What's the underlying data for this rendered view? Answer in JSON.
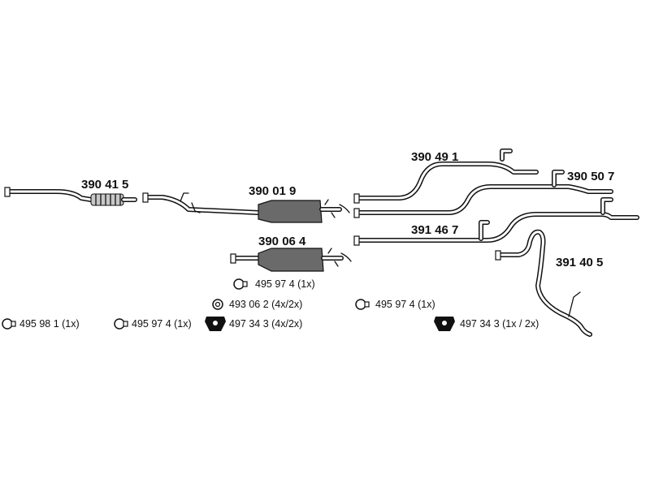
{
  "parts": {
    "p390415": "390 41 5",
    "p390019": "390 01 9",
    "p390064": "390 06 4",
    "p390491": "390 49 1",
    "p390507": "390 50 7",
    "p391467": "391 46 7",
    "p391405": "391 40 5"
  },
  "hardware": {
    "h1": "495 97 4 (1x)",
    "h2": "493 06 2 (4x/2x)",
    "h3": "495 97 4  (1x)",
    "h4": "495 98 1  (1x)",
    "h5": "495 97 4 (1x)",
    "h6": "497 34 3 (4x/2x)",
    "h7": "497 34 3  (1x / 2x)"
  }
}
